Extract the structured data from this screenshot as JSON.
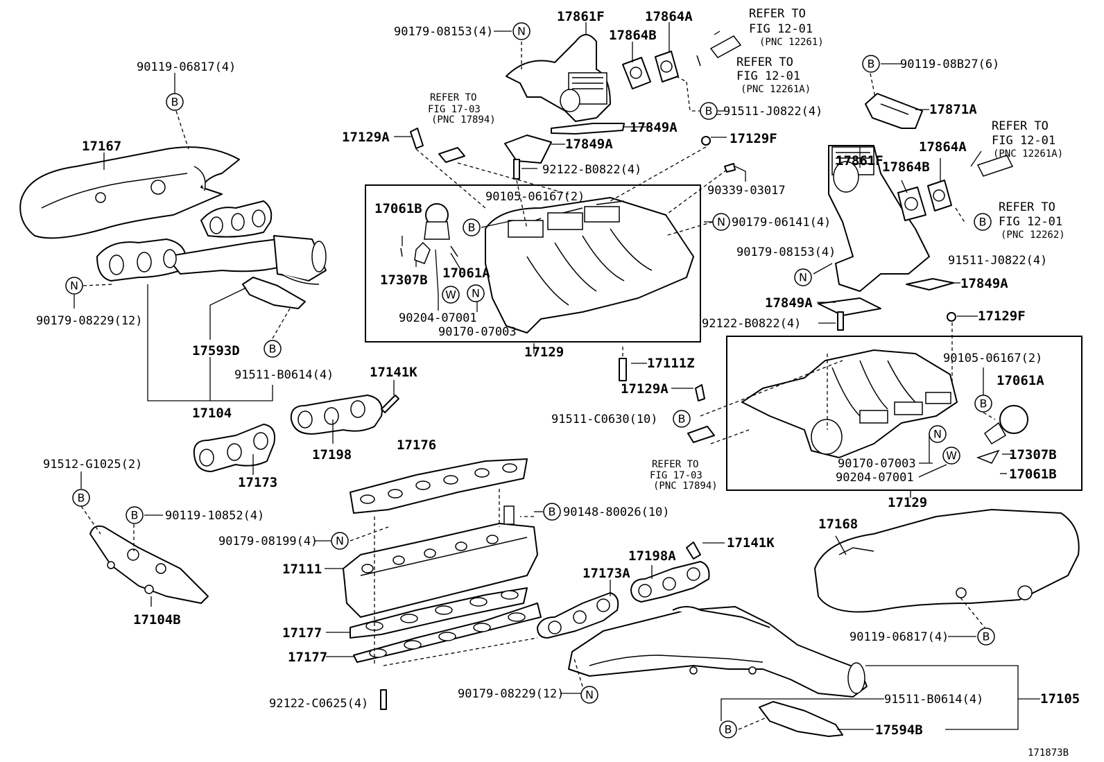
{
  "figure_id": "171873B",
  "symbols": {
    "bolt": "B",
    "nut": "N",
    "washer": "W"
  },
  "refs": {
    "fig1203": [
      "REFER TO",
      "FIG 17-03",
      "(PNC 17894)"
    ],
    "fig1203b": [
      "REFER TO",
      "FIG 17-03",
      "(PNC 17894)"
    ],
    "fig1201a": [
      "REFER TO",
      "FIG 12-01",
      "(PNC 12261)"
    ],
    "fig1201b": [
      "REFER TO",
      "FIG 12-01",
      "(PNC 12261A)"
    ],
    "fig1201c": [
      "REFER TO",
      "FIG 12-01",
      "(PNC 12261A)"
    ],
    "fig1201d": [
      "REFER TO",
      "FIG 12-01",
      "(PNC 12262)"
    ]
  },
  "labels": {
    "p90119_06817a": "90119-06817(4)",
    "p17167": "17167",
    "p90179_08229a": "90179-08229(12)",
    "p17593D": "17593D",
    "p91511_B0614a": "91511-B0614(4)",
    "p17104": "17104",
    "p91512_G1025": "91512-G1025(2)",
    "p90119_10852": "90119-10852(4)",
    "p17104B": "17104B",
    "p17198": "17198",
    "p17173": "17173",
    "p17141Ka": "17141K",
    "p90179_08153a": "90179-08153(4)",
    "p17861Fa": "17861F",
    "p17864Aa": "17864A",
    "p17864Ba": "17864B",
    "p91511_J0822a": "91511-J0822(4)",
    "p17849Aa": "17849A",
    "p17849Ab": "17849A",
    "p17129Aa": "17129A",
    "p17129Fa": "17129F",
    "p92122_B0822a": "92122-B0822(4)",
    "p90339_03017": "90339-03017",
    "p90105_06167a": "90105-06167(2)",
    "p17061Ba": "17061B",
    "p90179_06141": "90179-06141(4)",
    "p17307Ba": "17307B",
    "p17061Aa": "17061A",
    "p90204_07001a": "90204-07001",
    "p90170_07003a": "90170-07003",
    "p17129a": "17129",
    "p17111Z": "17111Z",
    "p17129Ab": "17129A",
    "p90119_08B27": "90119-08B27(6)",
    "p17871A": "17871A",
    "p17864Ab": "17864A",
    "p17864Bb": "17864B",
    "p17861Fb": "17861F",
    "p91511_J0822b": "91511-J0822(4)",
    "p90179_08153b": "90179-08153(4)",
    "p17849Ac": "17849A",
    "p17849Ad": "17849A",
    "p92122_B0822b": "92122-B0822(4)",
    "p17129Fb": "17129F",
    "p90105_06167b": "90105-06167(2)",
    "p17061Ab": "17061A",
    "p91511_C0630": "91511-C0630(10)",
    "p90170_07003b": "90170-07003",
    "p90204_07001b": "90204-07001",
    "p17307Bb": "17307B",
    "p17061Bb": "17061B",
    "p17129b": "17129",
    "p17176": "17176",
    "p90148_80026": "90148-80026(10)",
    "p90179_08199": "90179-08199(4)",
    "p17111": "17111",
    "p17177a": "17177",
    "p17177b": "17177",
    "p92122_C0625": "92122-C0625(4)",
    "p17168": "17168",
    "p17141Kb": "17141K",
    "p17198A": "17198A",
    "p17173A": "17173A",
    "p90119_06817b": "90119-06817(4)",
    "p90179_08229b": "90179-08229(12)",
    "p91511_B0614b": "91511-B0614(4)",
    "p17105": "17105",
    "p17594B": "17594B"
  }
}
